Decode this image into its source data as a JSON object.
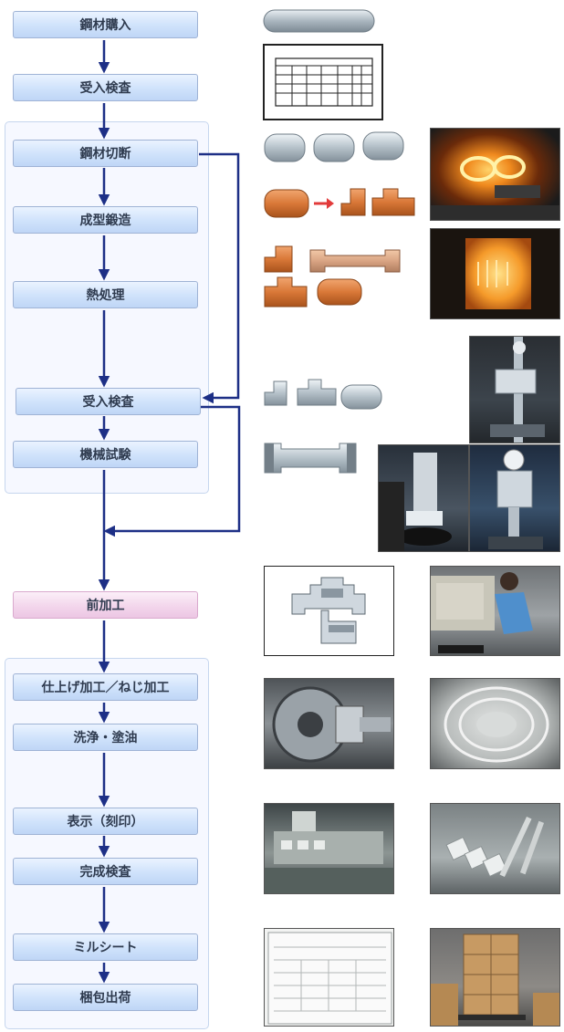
{
  "steps": {
    "s1": "鋼材購入",
    "s2": "受入検査",
    "s3": "鋼材切断",
    "s4": "成型鍛造",
    "s5": "熱処理",
    "s6": "受入検査",
    "s7": "機械試験",
    "s8": "前加工",
    "s9": "仕上げ加工／ねじ加工",
    "s10": "洗浄・塗油",
    "s11": "表示（刻印）",
    "s12": "完成検査",
    "s13": "ミルシート",
    "s14": "梱包出荷"
  },
  "colors": {
    "arrow": "#1d2f86",
    "steel": "#b9c4cc",
    "copper": "#d97838",
    "step_blue": "#cfe2fb",
    "step_pink": "#f3d6ec"
  },
  "images": [
    {
      "name": "steel-bar-icon"
    },
    {
      "name": "inspection-sheet-icon"
    },
    {
      "name": "cut-billets-icon"
    },
    {
      "name": "forging-shapes-icon"
    },
    {
      "name": "heat-treated-shapes-icon"
    },
    {
      "name": "inspected-parts-icon"
    },
    {
      "name": "test-specimen-icon"
    },
    {
      "name": "pipe-fitting-drawing"
    }
  ]
}
